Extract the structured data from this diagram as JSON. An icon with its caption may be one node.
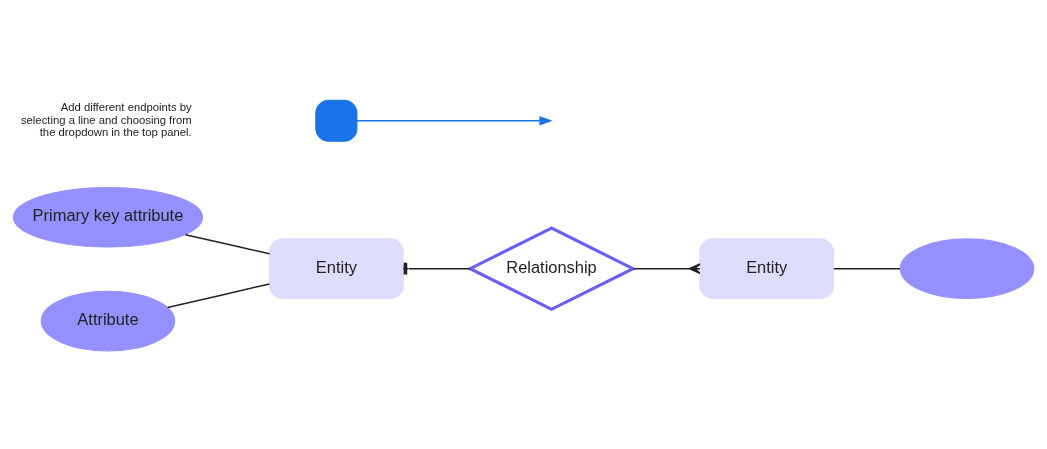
{
  "diagram": {
    "nodes": [
      {
        "text": [
          "Primary key attribute"
        ]
      },
      {
        "text": [
          "Attribute"
        ]
      },
      {
        "text": [
          "Entity"
        ]
      },
      {
        "text": [
          "Relationship"
        ]
      },
      {
        "text": [
          "Entity"
        ]
      },
      {
        "text": [],
        "shape": "ellipse"
      },
      {
        "text": [],
        "shape": "box"
      }
    ],
    "edges": [
      {
        "from": 0,
        "to": 2,
        "arrow": "none"
      },
      {
        "from": 1,
        "to": 2,
        "arrow": "none"
      },
      {
        "from": 2,
        "to": 3,
        "arrow": "other"
      },
      {
        "from": 3,
        "to": 4,
        "arrow": "other"
      },
      {
        "from": 4,
        "to": 5,
        "arrow": "none"
      },
      {
        "from": 6,
        "to": null,
        "arrow": "to",
        "color": "#1a73e8"
      }
    ],
    "labels": [
      "Add different endpoints by selecting a line and choosing from the dropdown in the top panel."
    ]
  }
}
